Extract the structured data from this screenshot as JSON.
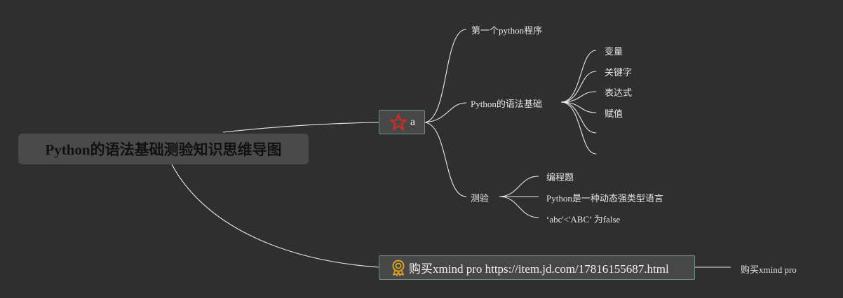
{
  "root": {
    "title": "Python的语法基础测验知识思维导图"
  },
  "branch_a": {
    "label": "a",
    "icon": "star-icon",
    "icon_color": "#c0302a",
    "children": {
      "first_program": "第一个python程序",
      "syntax_basics": {
        "label": "Python的语法基础",
        "children": [
          "变量",
          "关键字",
          "表达式",
          "赋值",
          "",
          ""
        ]
      },
      "quiz": {
        "label": "测验",
        "children": [
          "编程题",
          "Python是一种动态强类型语言",
          "‘abc'<'ABC’ 为false"
        ]
      }
    }
  },
  "branch_buy": {
    "label": "购买xmind pro https://item.jd.com/17816155687.html",
    "icon": "award-ribbon-icon",
    "icon_color": "#d9a520",
    "child": "购买xmind pro"
  },
  "colors": {
    "background": "#2f2f2f",
    "line": "#e8e8e8",
    "box_border": "#6f8f86"
  }
}
